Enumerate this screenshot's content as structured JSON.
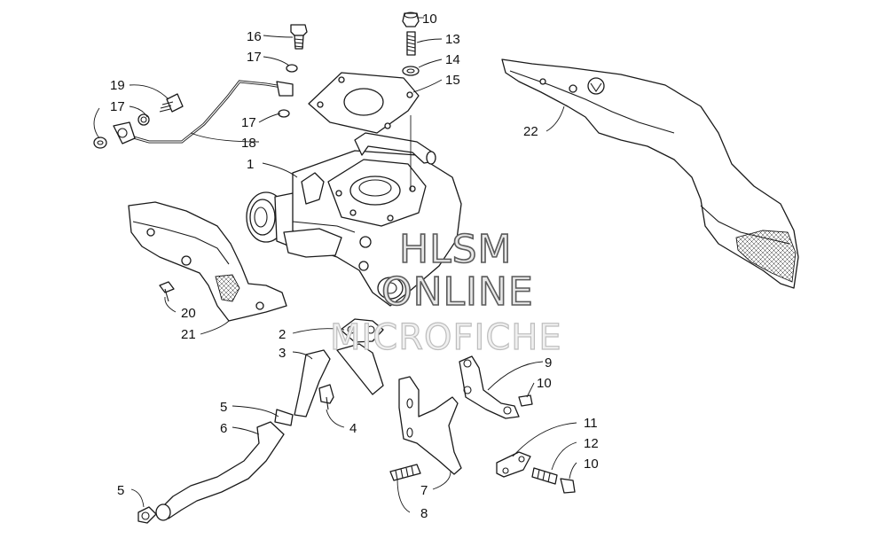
{
  "watermark": {
    "line1": "HLSM",
    "line2": "ONLINE",
    "line3": "MICROFICHE"
  },
  "callouts": [
    "1",
    "2",
    "3",
    "4",
    "5",
    "5",
    "6",
    "7",
    "8",
    "9",
    "10",
    "10",
    "10",
    "11",
    "12",
    "13",
    "14",
    "15",
    "16",
    "17",
    "17",
    "17",
    "18",
    "19",
    "20",
    "21",
    "22"
  ]
}
